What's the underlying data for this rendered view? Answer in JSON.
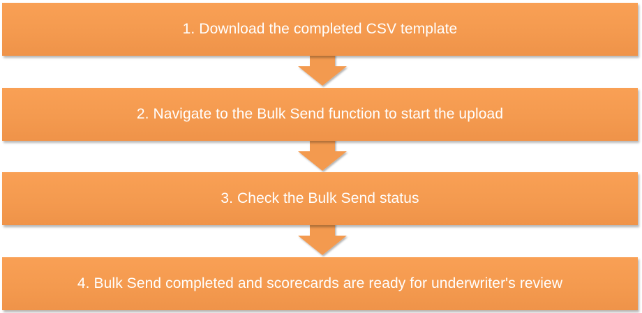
{
  "steps": [
    {
      "label": "1. Download the completed CSV template"
    },
    {
      "label": "2. Navigate to the Bulk Send function to start the upload"
    },
    {
      "label": "3. Check the Bulk Send status"
    },
    {
      "label": "4. Bulk Send completed and scorecards are ready for underwriter's review"
    }
  ],
  "colors": {
    "box": "#f49a4f",
    "arrow": "#f39a50",
    "text": "#ffffff"
  }
}
